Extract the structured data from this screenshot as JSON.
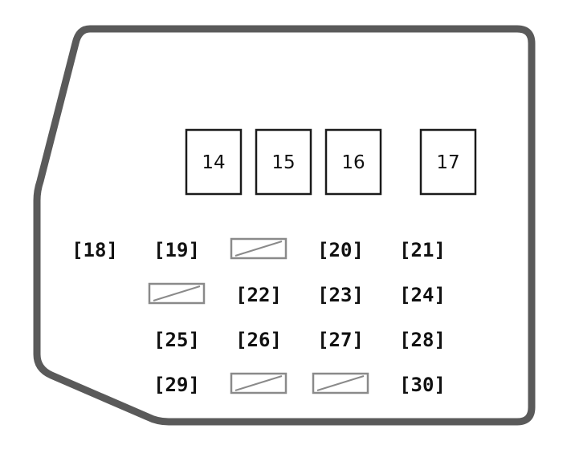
{
  "relays": [
    {
      "id": "relay-14",
      "label": "14"
    },
    {
      "id": "relay-15",
      "label": "15"
    },
    {
      "id": "relay-16",
      "label": "16"
    },
    {
      "id": "relay-17",
      "label": "17"
    }
  ],
  "fuses": [
    {
      "id": "fuse-18",
      "label": "[18]"
    },
    {
      "id": "fuse-19",
      "label": "[19]"
    },
    {
      "id": "fuse-20",
      "label": "[20]"
    },
    {
      "id": "fuse-21",
      "label": "[21]"
    },
    {
      "id": "fuse-22",
      "label": "[22]"
    },
    {
      "id": "fuse-23",
      "label": "[23]"
    },
    {
      "id": "fuse-24",
      "label": "[24]"
    },
    {
      "id": "fuse-25",
      "label": "[25]"
    },
    {
      "id": "fuse-26",
      "label": "[26]"
    },
    {
      "id": "fuse-27",
      "label": "[27]"
    },
    {
      "id": "fuse-28",
      "label": "[28]"
    },
    {
      "id": "fuse-29",
      "label": "[29]"
    },
    {
      "id": "fuse-30",
      "label": "[30]"
    }
  ],
  "colors": {
    "outline": "#5a5a5a",
    "relay_border": "#1a1a1a",
    "empty_slot": "#8a8a8a",
    "text": "#111111"
  }
}
